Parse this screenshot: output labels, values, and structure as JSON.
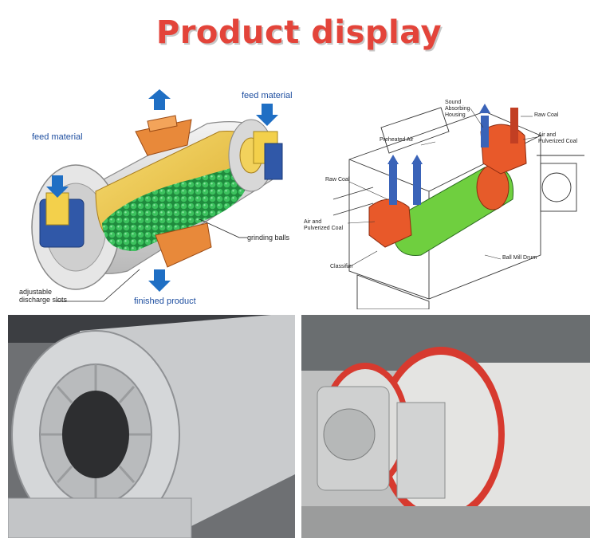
{
  "title": "Product display",
  "diagram1": {
    "feed_left": "feed material",
    "feed_right": "feed material",
    "grinding_balls": "grinding balls",
    "discharge_line1": "adjustable",
    "discharge_line2": "discharge slots",
    "finished": "finished product"
  },
  "diagram2": {
    "sound_line1": "Sound",
    "sound_line2": "Absorbing",
    "sound_line3": "Housing",
    "raw_coal_top": "Raw Coal",
    "air_top_line1": "Air and",
    "air_top_line2": "Pulverized Coal",
    "preheated": "Preheated Air",
    "raw_coal_left": "Raw Coal",
    "air_left_line1": "Air and",
    "air_left_line2": "Pulverized Coal",
    "classifier": "Classifier",
    "drum": "Ball Mill Drum"
  },
  "colors": {
    "title": "#e3443a",
    "shell": "#dcdcdc",
    "liner": "#f2c94c",
    "balls": "#2fa84f",
    "flange": "#e8893a",
    "arrow": "#1f6fc4"
  }
}
